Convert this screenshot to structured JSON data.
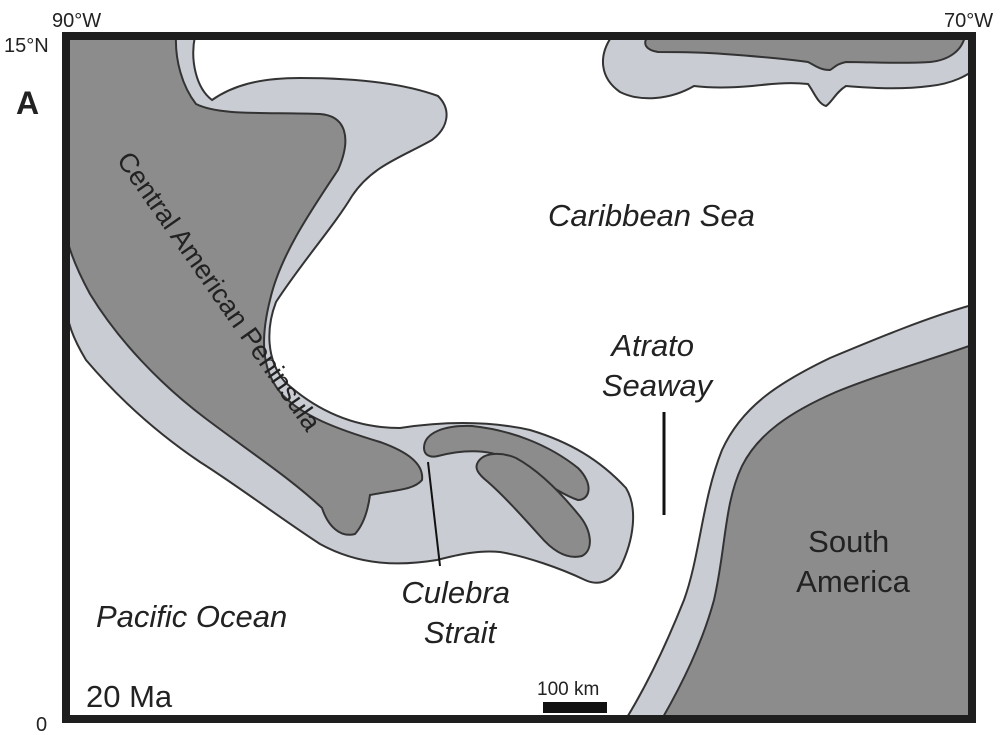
{
  "panel_letter": "A",
  "age_label": "20 Ma",
  "coordinates": {
    "top_left_lon": "90°W",
    "top_right_lon": "70°W",
    "top_lat": "15°N",
    "bottom_lat": "0"
  },
  "labels": {
    "caribbean_sea": "Caribbean Sea",
    "pacific_ocean": "Pacific Ocean",
    "south_america_line1": "South",
    "south_america_line2": "America",
    "central_american_peninsula": "Central American Peninsula",
    "atrato_line1": "Atrato",
    "atrato_line2": "Seaway",
    "culebra_line1": "Culebra",
    "culebra_line2": "Strait"
  },
  "scale_bar": {
    "label": "100 km"
  },
  "colors": {
    "land": "#8c8c8c",
    "shelf": "#c9ccd3",
    "ocean": "#ffffff",
    "border": "#1e1e1e"
  }
}
